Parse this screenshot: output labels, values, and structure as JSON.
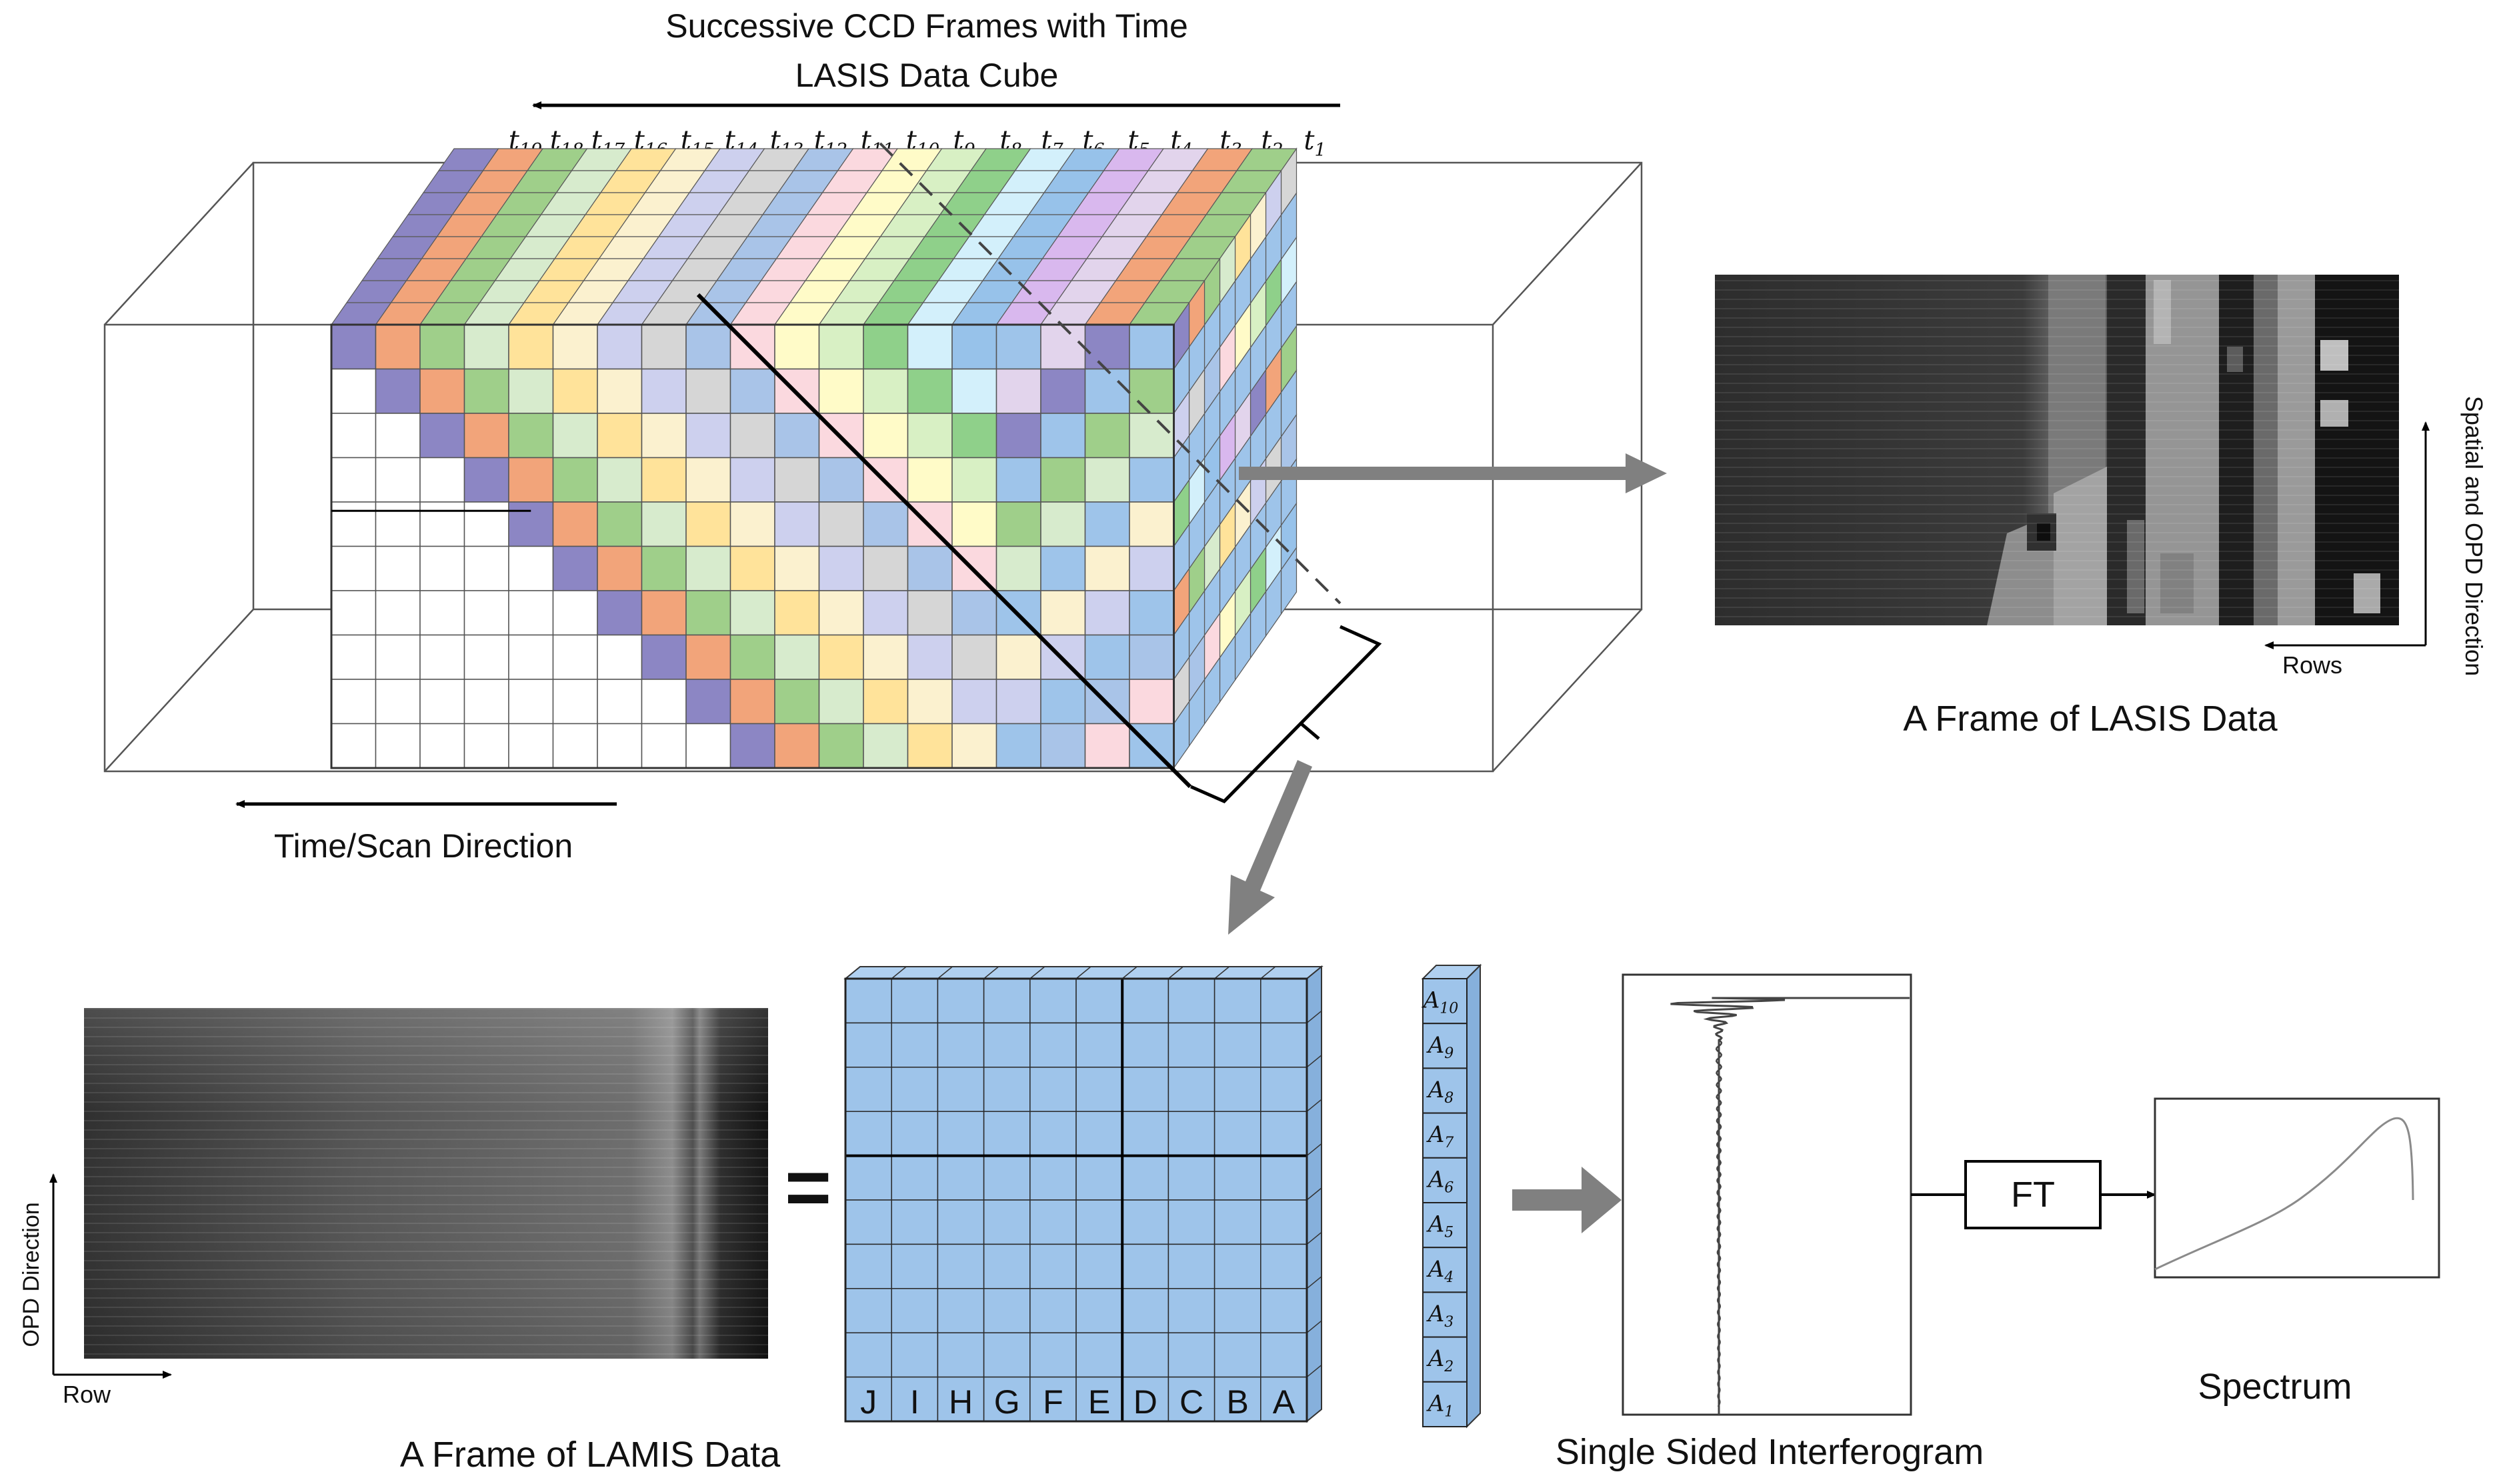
{
  "title": {
    "line1": "Successive CCD Frames with Time",
    "line2": "LASIS Data Cube"
  },
  "time_labels": [
    "19",
    "18",
    "17",
    "16",
    "15",
    "14",
    "13",
    "12",
    "11",
    "10",
    "9",
    "8",
    "7",
    "6",
    "5",
    "4",
    "3",
    "2",
    "1"
  ],
  "time_prefix": "t",
  "time_scan_label": "Time/Scan Direction",
  "lasis_frame": {
    "caption": "A Frame of LASIS Data",
    "axis_vertical": "Spatial and OPD Direction",
    "axis_horizontal": "Rows"
  },
  "lamis_frame": {
    "caption": "A Frame of LAMIS Data",
    "axis_vertical": "OPD Direction",
    "axis_horizontal": "Row"
  },
  "equals_sign": "=",
  "grid_column_letters": [
    "J",
    "I",
    "H",
    "G",
    "F",
    "E",
    "D",
    "C",
    "B",
    "A"
  ],
  "column_element_prefix": "A",
  "column_element_subscripts": [
    "10",
    "9",
    "8",
    "7",
    "6",
    "5",
    "4",
    "3",
    "2",
    "1"
  ],
  "interferogram_caption": "Single Sided Interferogram",
  "ft_label": "FT",
  "spectrum_caption": "Spectrum",
  "palette": [
    "#8c86c4",
    "#f2a47a",
    "#9fcf8a",
    "#d7ebcd",
    "#ffe39a",
    "#fbf1cf",
    "#cdd0ee",
    "#d6d6d6",
    "#a9c4e8",
    "#fbd9df",
    "#fffbc8",
    "#d8f0c4",
    "#8fd08a",
    "#d3f0fb",
    "#97c2ea",
    "#d9b8ee",
    "#e2d4ec"
  ],
  "grid_fill": "#9ec4ea",
  "arrow_color": "#808080"
}
